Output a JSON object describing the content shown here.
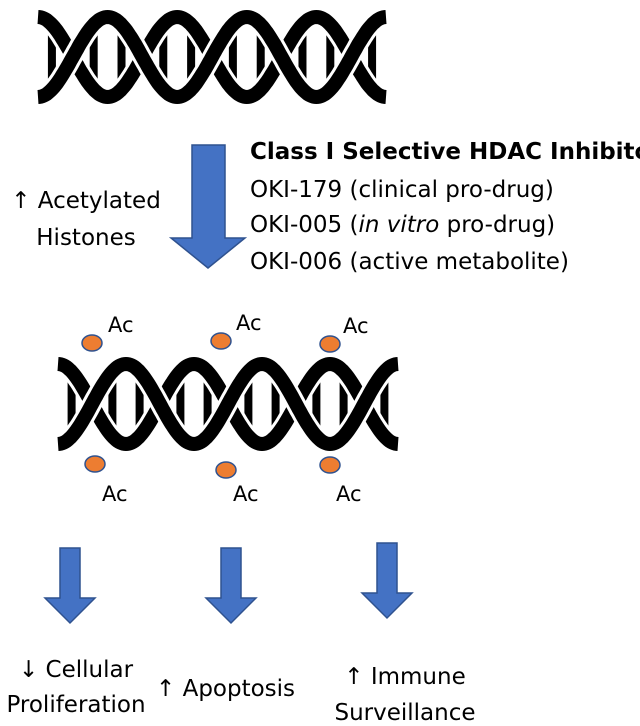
{
  "inhibitor": {
    "title": "Class I Selective HDAC Inhibitor",
    "lines": [
      {
        "prefix": "OKI-179 (clinical pro-drug)",
        "italic": "",
        "suffix": ""
      },
      {
        "prefix": "OKI-005 (",
        "italic": "in vitro",
        "suffix": " pro-drug)"
      },
      {
        "prefix": "OKI-006 (active metabolite)",
        "italic": "",
        "suffix": ""
      }
    ]
  },
  "effect": {
    "line1": "↑ Acetylated",
    "line2": "Histones"
  },
  "acetyl_label": "Ac",
  "outcomes": [
    {
      "line1": "↓ Cellular",
      "line2": "Proliferation"
    },
    {
      "line1": "↑ Apoptosis",
      "line2": ""
    },
    {
      "line1": "↑ Immune",
      "line2": "Surveillance"
    }
  ],
  "colors": {
    "arrow_fill": "#4472c4",
    "arrow_stroke": "#2f528f",
    "acetyl_fill": "#ed7d31",
    "acetyl_stroke": "#2f528f",
    "dna": "#000000"
  }
}
